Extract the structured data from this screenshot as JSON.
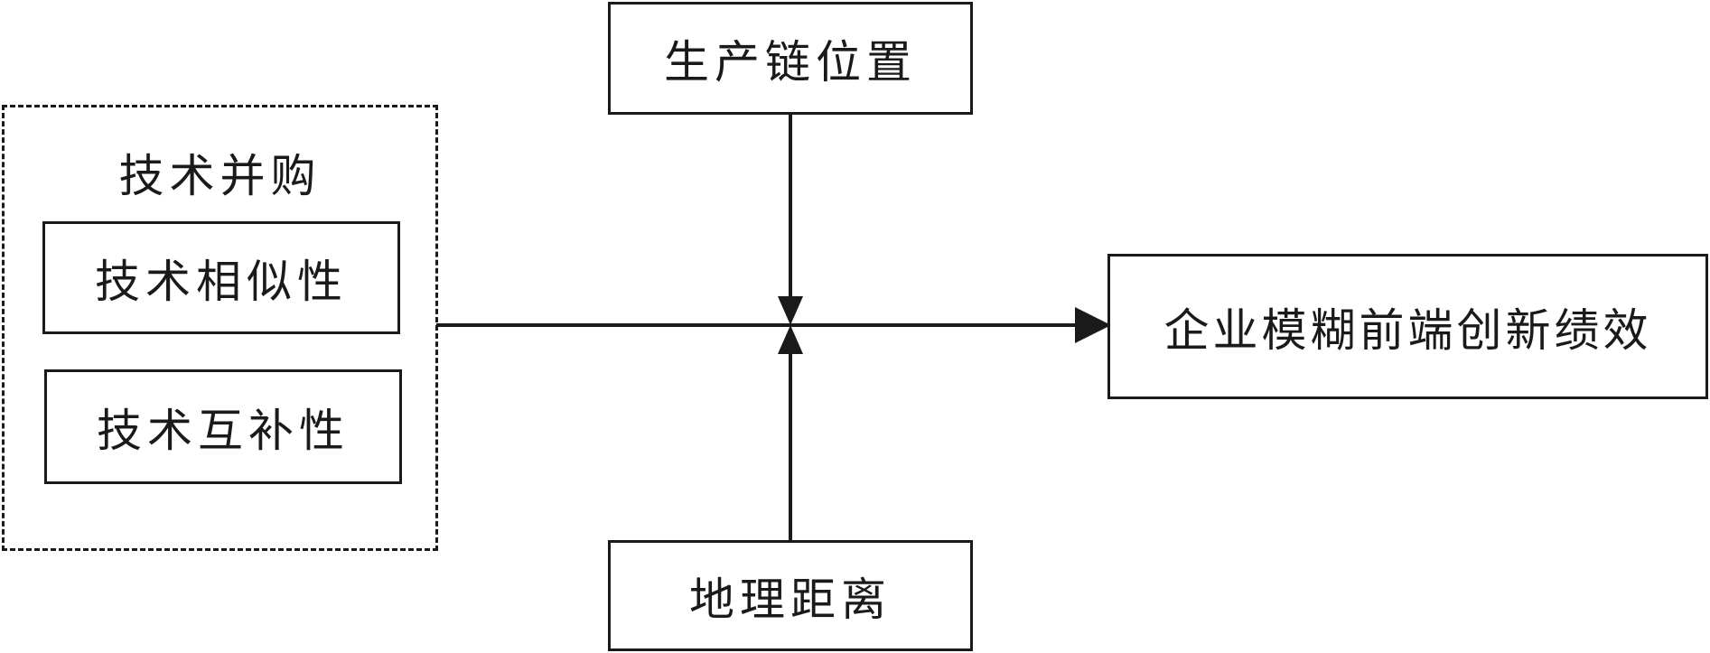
{
  "diagram": {
    "moderator_top": {
      "label": "生产链位置"
    },
    "moderator_bottom": {
      "label": "地理距离"
    },
    "independent_group": {
      "title": "技术并购",
      "items": [
        {
          "label": "技术相似性"
        },
        {
          "label": "技术互补性"
        }
      ]
    },
    "outcome": {
      "label": "企业模糊前端创新绩效"
    },
    "edges": [
      {
        "from": "independent_group",
        "to": "outcome",
        "style": "solid-arrow"
      },
      {
        "from": "moderator_top",
        "to": "main-path",
        "style": "solid-arrow"
      },
      {
        "from": "moderator_bottom",
        "to": "main-path",
        "style": "solid-arrow"
      }
    ],
    "colors": {
      "stroke": "#1a1a1a",
      "background": "#ffffff"
    }
  }
}
